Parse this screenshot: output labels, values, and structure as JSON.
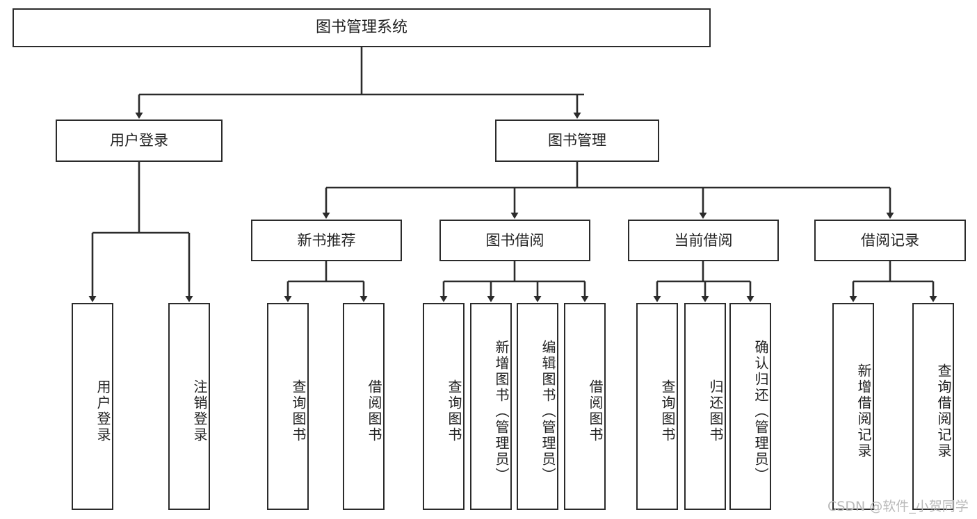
{
  "diagram": {
    "type": "tree-hierarchy",
    "title_box": {
      "label": "图书管理系统"
    },
    "level1": [
      {
        "id": "user-login",
        "label": "用户登录"
      },
      {
        "id": "book-management",
        "label": "图书管理"
      }
    ],
    "level2": [
      {
        "id": "new-book-recommend",
        "label": "新书推荐",
        "parent": "book-management"
      },
      {
        "id": "book-borrow",
        "label": "图书借阅",
        "parent": "book-management"
      },
      {
        "id": "current-borrow",
        "label": "当前借阅",
        "parent": "book-management"
      },
      {
        "id": "borrow-record",
        "label": "借阅记录",
        "parent": "book-management"
      }
    ],
    "leaves": {
      "user-login": [
        {
          "id": "leaf-user-login",
          "label": "用户登录"
        },
        {
          "id": "leaf-user-logout",
          "label": "注销登录"
        }
      ],
      "new-book-recommend": [
        {
          "id": "leaf-query-book-1",
          "label": "查询图书"
        },
        {
          "id": "leaf-borrow-book-1",
          "label": "借阅图书"
        }
      ],
      "book-borrow": [
        {
          "id": "leaf-query-book-2",
          "label": "查询图书"
        },
        {
          "id": "leaf-add-book",
          "label": "新增图书（管理员）"
        },
        {
          "id": "leaf-edit-book",
          "label": "编辑图书（管理员）"
        },
        {
          "id": "leaf-borrow-book-2",
          "label": "借阅图书"
        }
      ],
      "current-borrow": [
        {
          "id": "leaf-query-book-3",
          "label": "查询图书"
        },
        {
          "id": "leaf-return-book",
          "label": "归还图书"
        },
        {
          "id": "leaf-confirm-return",
          "label": "确认归还（管理员）"
        }
      ],
      "borrow-record": [
        {
          "id": "leaf-add-record",
          "label": "新增借阅记录"
        },
        {
          "id": "leaf-query-record",
          "label": "查询借阅记录"
        }
      ]
    },
    "colors": {
      "stroke": "#2b2b2b",
      "fill": "#ffffff",
      "text": "#222222",
      "watermark": "#b9b9b9"
    }
  },
  "watermark": {
    "text": "CSDN @软件_小贺同学"
  }
}
